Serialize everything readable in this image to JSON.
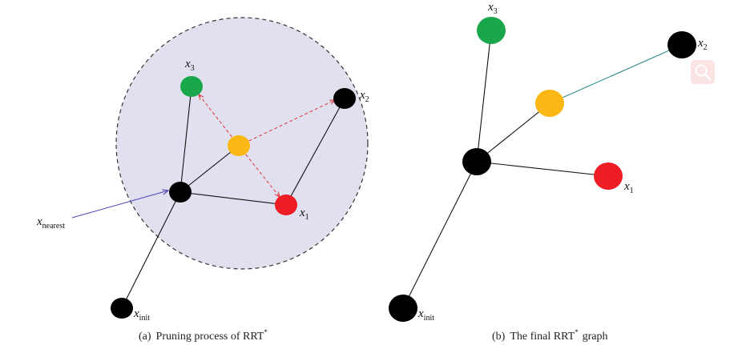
{
  "panel_a": {
    "caption_prefix": "(a)",
    "caption_text": "Pruning process of RRT",
    "caption_sup": "*",
    "labels": {
      "x3": {
        "base": "x",
        "sub": "3"
      },
      "x2": {
        "base": "x",
        "sub": "2"
      },
      "x1": {
        "base": "x",
        "sub": "1"
      },
      "x_nearest": {
        "base": "x",
        "sub": "nearest"
      },
      "x_init": {
        "base": "x",
        "sub": "init"
      }
    }
  },
  "panel_b": {
    "caption_prefix": "(b)",
    "caption_text": "The final RRT",
    "caption_sup": "*",
    "caption_suffix": "graph",
    "labels": {
      "x3": {
        "base": "x",
        "sub": "3"
      },
      "x2": {
        "base": "x",
        "sub": "2"
      },
      "x1": {
        "base": "x",
        "sub": "1"
      },
      "x_init": {
        "base": "x",
        "sub": "init"
      }
    }
  },
  "colors": {
    "region_fill": "#e0e0ef",
    "region_stroke": "#333333",
    "node_black": "#000000",
    "node_green": "#1aa64b",
    "node_yellow": "#fbb713",
    "node_red": "#ee1c25",
    "pruning_arrow": "#e0343a",
    "nearest_arrow": "#4a45b8",
    "edge_black": "#111111",
    "edge_teal": "#2e8c8c",
    "zoom_bg": "#fbe3e3",
    "zoom_fg": "#ffffff"
  },
  "zoom_button": {
    "icon": "magnifier-icon"
  }
}
